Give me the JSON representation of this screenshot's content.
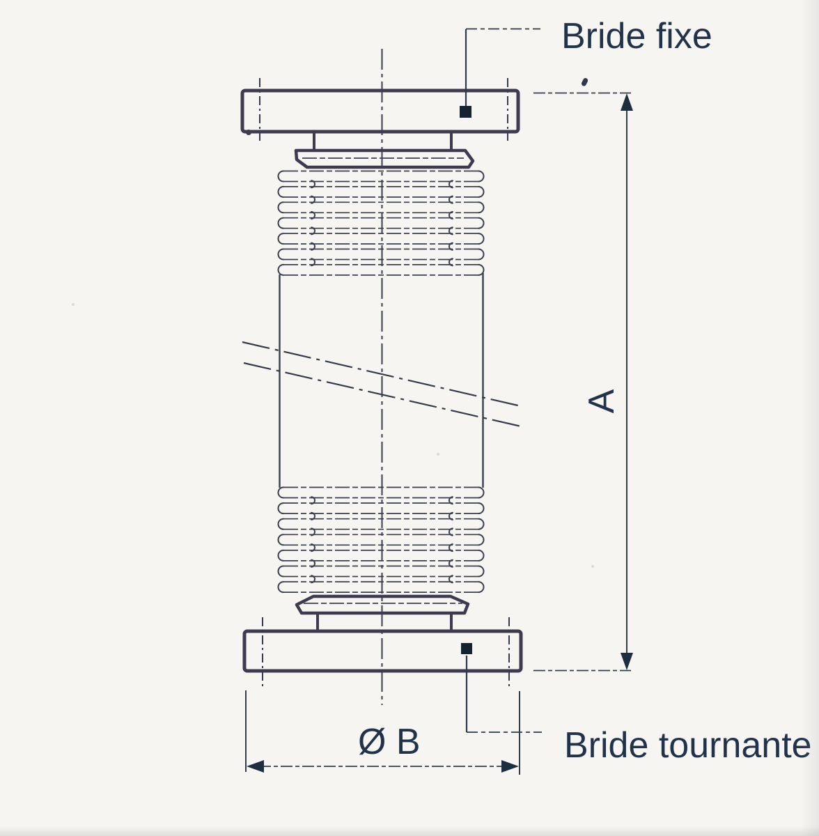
{
  "labels": {
    "bride_fixe": "Bride fixe",
    "bride_tournante": "Bride tournante",
    "dim_a": "A",
    "dim_b": "Ø B"
  },
  "markers": {
    "bride_fixe_marker": "filled-square",
    "bride_tournante_marker": "filled-square",
    "dimension_arrowheads": "filled-triangle"
  },
  "colors": {
    "background": "#f7f5f1",
    "ink_heavy": "#3e3b50",
    "ink_medium": "#363b49",
    "text": "#21334a",
    "marker_fill": "#15222f",
    "arrow_fill": "#1d2e41"
  }
}
